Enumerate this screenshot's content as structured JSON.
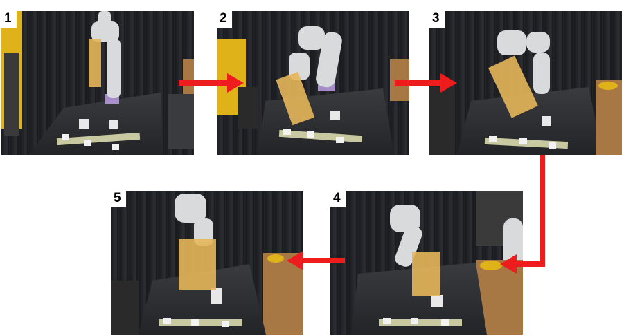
{
  "figure": {
    "panels": [
      {
        "label": "1"
      },
      {
        "label": "2"
      },
      {
        "label": "3"
      },
      {
        "label": "4"
      },
      {
        "label": "5"
      }
    ],
    "arrow_color": "#ee1c1c",
    "scene": {
      "curtain": "#26282c",
      "table": "#2c2d30",
      "robot": "#d8dadc",
      "hand": "#e6b65a",
      "tape": "#c8c9a0",
      "floor_pillar": "#e0b21a"
    }
  }
}
